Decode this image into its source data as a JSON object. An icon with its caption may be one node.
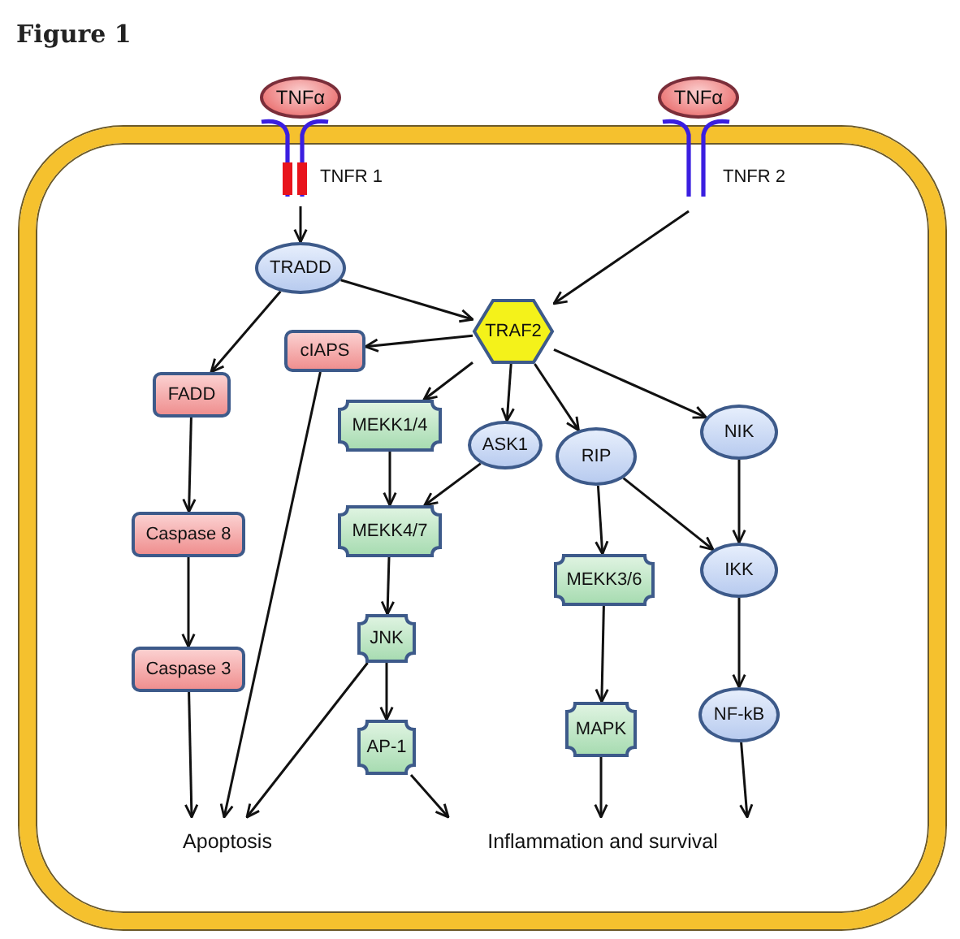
{
  "diagram": {
    "title": "Figure 1",
    "nodes": [
      {
        "text": [],
        "shape": "box"
      },
      {
        "text": [
          "TNFα"
        ]
      },
      {
        "text": [
          "TNFα"
        ]
      },
      {
        "text": [
          "TNFR 1"
        ]
      },
      {
        "text": [
          "TNFR 2"
        ]
      },
      {
        "text": [
          "TRADD"
        ],
        "in": 0
      },
      {
        "text": [
          "TRAF2"
        ],
        "in": 0
      },
      {
        "text": [
          "cIAPS"
        ],
        "in": 0
      },
      {
        "text": [
          "FADD"
        ],
        "in": 0
      },
      {
        "text": [
          "MEKK1/4"
        ],
        "in": 0
      },
      {
        "text": [
          "ASK1"
        ],
        "in": 0
      },
      {
        "text": [
          "RIP"
        ],
        "in": 0
      },
      {
        "text": [
          "NIK"
        ],
        "in": 0
      },
      {
        "text": [
          "MEKK4/7"
        ],
        "in": 0
      },
      {
        "text": [
          "Caspase 8"
        ],
        "in": 0
      },
      {
        "text": [
          "MEKK3/6"
        ],
        "in": 0
      },
      {
        "text": [
          "IKK"
        ],
        "in": 0
      },
      {
        "text": [
          "JNK"
        ],
        "in": 0
      },
      {
        "text": [
          "Caspase 3"
        ],
        "in": 0
      },
      {
        "text": [
          "AP-1"
        ],
        "in": 0
      },
      {
        "text": [
          "MAPK"
        ],
        "in": 0
      },
      {
        "text": [
          "NF-kB"
        ],
        "in": 0
      },
      {
        "text": [
          "Apoptosis"
        ],
        "in": 0
      },
      {
        "text": [
          "Inflammation and survival"
        ],
        "in": 0
      }
    ],
    "edges": [
      {
        "from": 3,
        "to": 5,
        "arrow": "to"
      },
      {
        "from": 4,
        "to": 6,
        "arrow": "to"
      },
      {
        "from": 5,
        "to": 6,
        "arrow": "to"
      },
      {
        "from": 5,
        "to": 8,
        "arrow": "to"
      },
      {
        "from": 6,
        "to": 7,
        "arrow": "to"
      },
      {
        "from": 6,
        "to": 9,
        "arrow": "to"
      },
      {
        "from": 6,
        "to": 10,
        "arrow": "to"
      },
      {
        "from": 6,
        "to": 11,
        "arrow": "to"
      },
      {
        "from": 6,
        "to": 12,
        "arrow": "to"
      },
      {
        "from": 8,
        "to": 14,
        "arrow": "to"
      },
      {
        "from": 14,
        "to": 18,
        "arrow": "to"
      },
      {
        "from": 18,
        "to": 22,
        "arrow": "to"
      },
      {
        "from": 7,
        "to": 22,
        "arrow": "to"
      },
      {
        "from": 9,
        "to": 13,
        "arrow": "to"
      },
      {
        "from": 10,
        "to": 13,
        "arrow": "to"
      },
      {
        "from": 13,
        "to": 17,
        "arrow": "to"
      },
      {
        "from": 17,
        "to": 19,
        "arrow": "to"
      },
      {
        "from": 17,
        "to": 22,
        "arrow": "to"
      },
      {
        "from": 19,
        "to": 23,
        "arrow": "to"
      },
      {
        "from": 11,
        "to": 15,
        "arrow": "to"
      },
      {
        "from": 11,
        "to": 16,
        "arrow": "to"
      },
      {
        "from": 15,
        "to": 20,
        "arrow": "to"
      },
      {
        "from": 20,
        "to": 23,
        "arrow": "to"
      },
      {
        "from": 12,
        "to": 16,
        "arrow": "to"
      },
      {
        "from": 16,
        "to": 21,
        "arrow": "to"
      },
      {
        "from": 21,
        "to": 23,
        "arrow": "to"
      }
    ]
  }
}
